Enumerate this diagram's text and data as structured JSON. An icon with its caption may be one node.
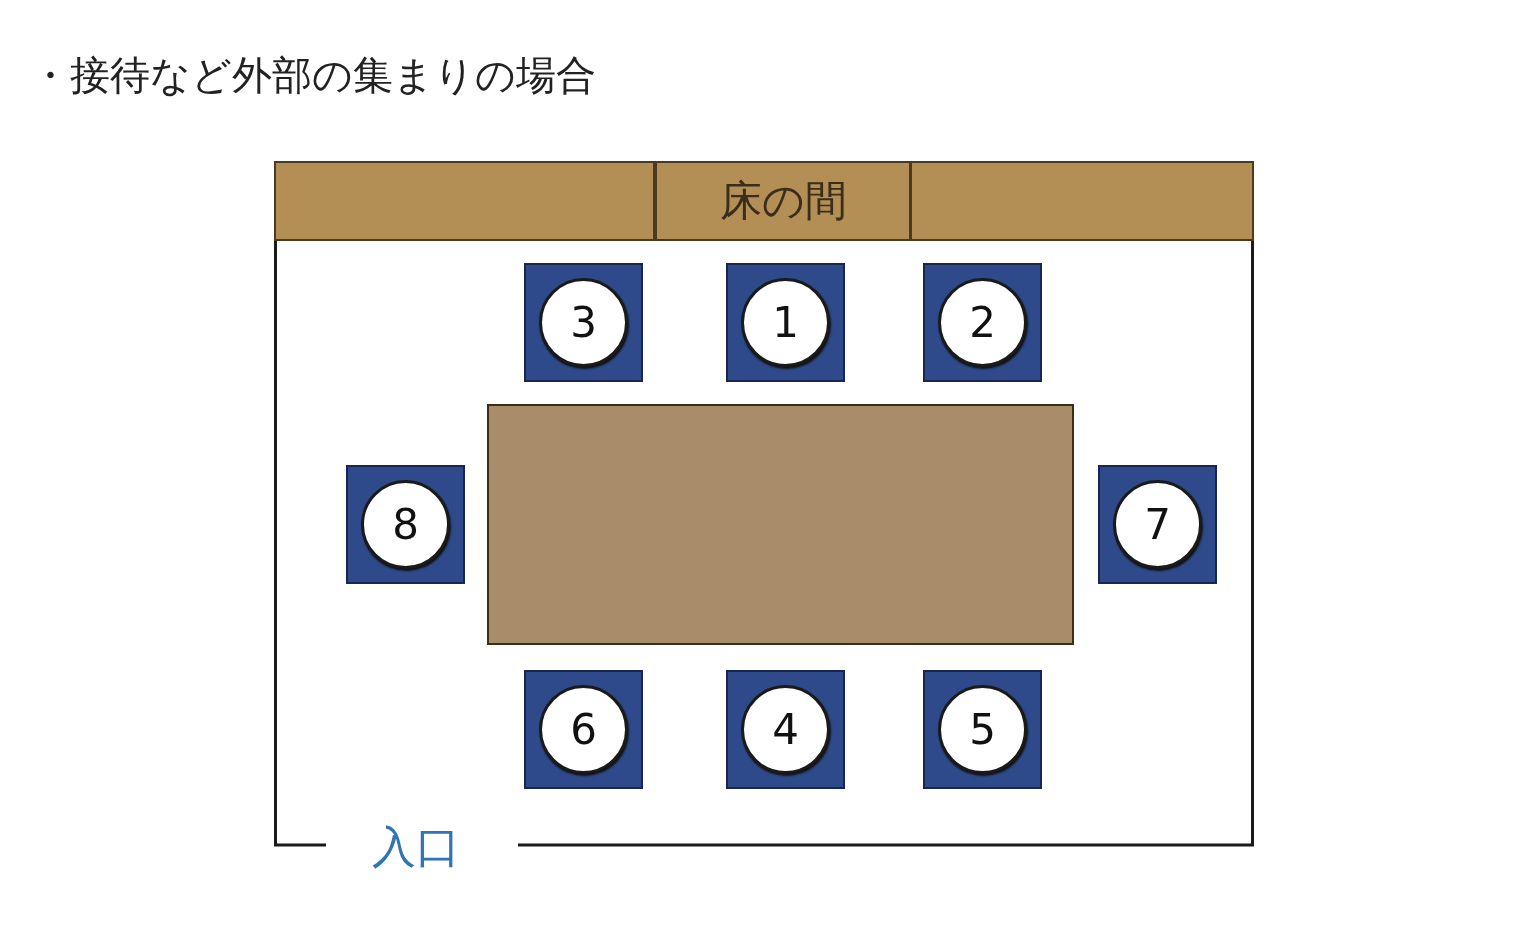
{
  "diagram": {
    "title": "・接待など外部の集まりの場合",
    "nodes": [
      {
        "text": [],
        "shape": "box"
      },
      {
        "text": [],
        "shape": "box",
        "in": 0
      },
      {
        "text": [
          "床の間"
        ],
        "in": 0
      },
      {
        "text": [],
        "shape": "box",
        "in": 0
      },
      {
        "text": [],
        "shape": "box",
        "in": 0
      },
      {
        "text": [
          "3"
        ],
        "in": 0
      },
      {
        "text": [
          "1"
        ],
        "in": 0
      },
      {
        "text": [
          "2"
        ],
        "in": 0
      },
      {
        "text": [
          "8"
        ],
        "in": 0
      },
      {
        "text": [
          "7"
        ],
        "in": 0
      },
      {
        "text": [
          "6"
        ],
        "in": 0
      },
      {
        "text": [
          "4"
        ],
        "in": 0
      },
      {
        "text": [
          "5"
        ],
        "in": 0
      }
    ],
    "edges": [],
    "labels": [
      "入口"
    ]
  }
}
